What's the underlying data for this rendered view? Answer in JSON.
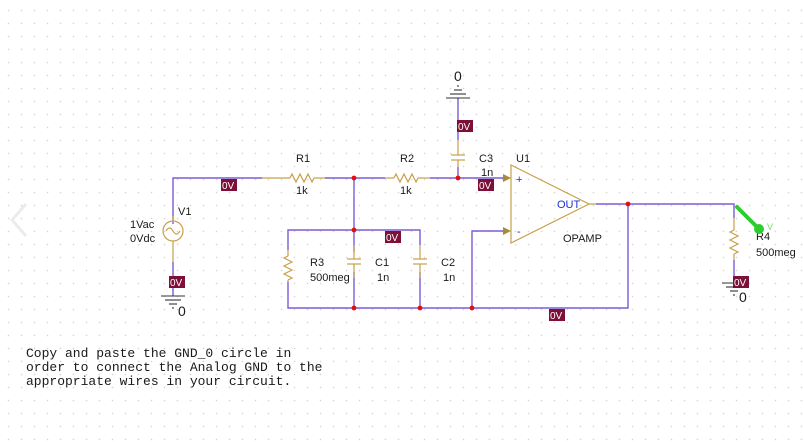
{
  "components": {
    "V1": {
      "name": "V1",
      "ac": "1Vac",
      "dc": "0Vdc"
    },
    "R1": {
      "name": "R1",
      "value": "1k"
    },
    "R2": {
      "name": "R2",
      "value": "1k"
    },
    "R3": {
      "name": "R3",
      "value": "500meg"
    },
    "R4": {
      "name": "R4",
      "value": "500meg"
    },
    "C1": {
      "name": "C1",
      "value": "1n"
    },
    "C2": {
      "name": "C2",
      "value": "1n"
    },
    "C3": {
      "name": "C3",
      "value": "1n"
    },
    "U1": {
      "name": "U1",
      "model": "OPAMP",
      "plus": "+",
      "minus": "-",
      "out": "OUT"
    }
  },
  "grounds": {
    "gnd_top": "0",
    "gnd_v1": "0",
    "gnd_r4": "0"
  },
  "voltage_tags": {
    "v1_top": "0V",
    "v1_bottom": "0V",
    "c3_top": "0V",
    "plus_input": "0V",
    "c1_c2_node": "0V",
    "bottom_wire": "0V",
    "r4_bottom": "0V"
  },
  "probe": {
    "label": "V",
    "color": "#2ecc2e"
  },
  "colors": {
    "wire": "#7b5cd6",
    "part": "#c8a04a",
    "junction": "#e01010",
    "voltage_tag_bg": "#7d1038",
    "pin_text": "#1f2fd8"
  },
  "note": {
    "lines": [
      "Copy and paste the GND_0 circle in",
      "order to connect the Analog GND to the",
      "appropriate wires in your circuit."
    ]
  }
}
